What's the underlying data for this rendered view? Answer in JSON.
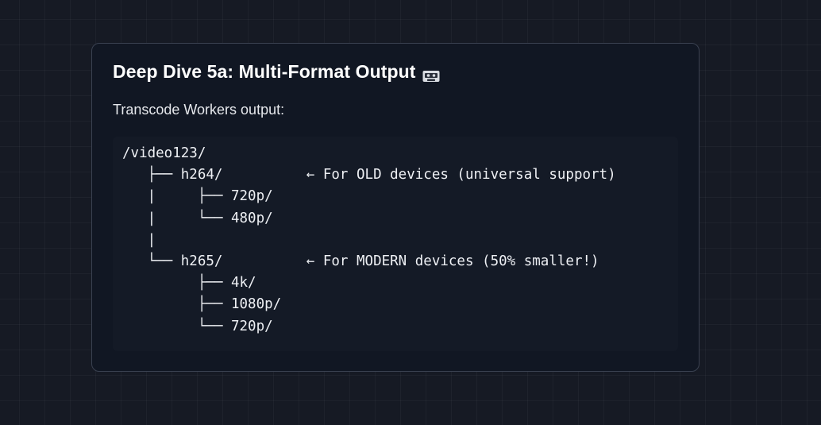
{
  "card": {
    "title": "Deep Dive 5a: Multi-Format Output",
    "title_icon": "videocassette-icon",
    "intro": "Transcode Workers output:"
  },
  "code": {
    "lines": [
      "/video123/",
      "   ├── h264/          ← For OLD devices (universal support)",
      "   |     ├── 720p/",
      "   |     └── 480p/",
      "   |",
      "   └── h265/          ← For MODERN devices (50% smaller!)",
      "         ├── 4k/",
      "         ├── 1080p/",
      "         └── 720p/"
    ]
  },
  "colors": {
    "background": "#161a24",
    "card_background": "#111723",
    "card_border": "#3a4150",
    "code_background": "#141a26",
    "text": "#eef0f4"
  }
}
